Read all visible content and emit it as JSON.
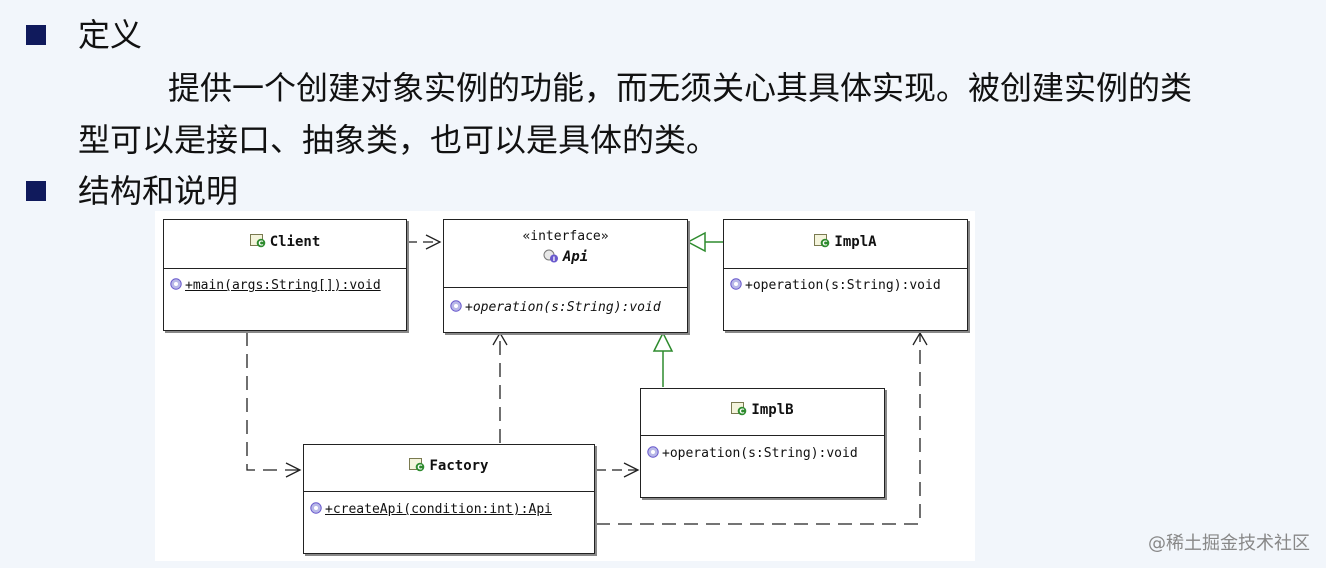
{
  "sections": [
    {
      "heading": "定义"
    },
    {
      "heading": "结构和说明"
    }
  ],
  "definition": {
    "line1": "提供一个创建对象实例的功能，而无须关心其具体实现。被创建实例的类",
    "line2": "型可以是接口、抽象类，也可以是具体的类。"
  },
  "diagram": {
    "client": {
      "name": "Client",
      "op": "+main(args:String[]):void"
    },
    "api": {
      "stereotype": "«interface»",
      "name": "Api",
      "op": "+operation(s:String):void"
    },
    "implA": {
      "name": "ImplA",
      "op": "+operation(s:String):void"
    },
    "implB": {
      "name": "ImplB",
      "op": "+operation(s:String):void"
    },
    "factory": {
      "name": "Factory",
      "op": "+createApi(condition:int):Api"
    }
  },
  "watermark": "@稀土掘金技术社区",
  "colors": {
    "bullet": "#101a5c",
    "realization": "#2e8b2e",
    "icon": "#6a5acd"
  }
}
